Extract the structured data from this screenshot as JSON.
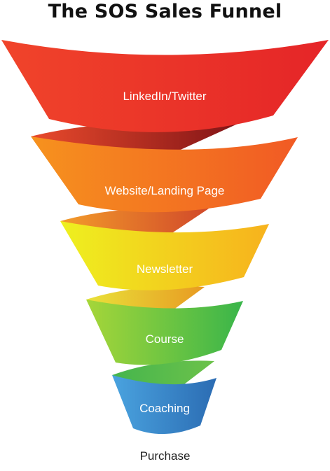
{
  "title": "The SOS Sales Funnel",
  "stages": [
    {
      "label": "LinkedIn/Twitter",
      "color_left": "#f0442a",
      "color_right": "#e52528",
      "ribbon": "#8f1518"
    },
    {
      "label": "Website/Landing Page",
      "color_left": "#f6921e",
      "color_right": "#f15a24",
      "ribbon": "#c1272d"
    },
    {
      "label": "Newsletter",
      "color_left": "#eef01f",
      "color_right": "#f7b21d",
      "ribbon": "#f28c1f"
    },
    {
      "label": "Course",
      "color_left": "#a6d639",
      "color_right": "#39b54a",
      "ribbon": "#8cc63f"
    },
    {
      "label": "Coaching",
      "color_left": "#4aa3df",
      "color_right": "#2b6cb3",
      "ribbon": "#1b6f8e"
    }
  ],
  "outcome": "Purchase"
}
